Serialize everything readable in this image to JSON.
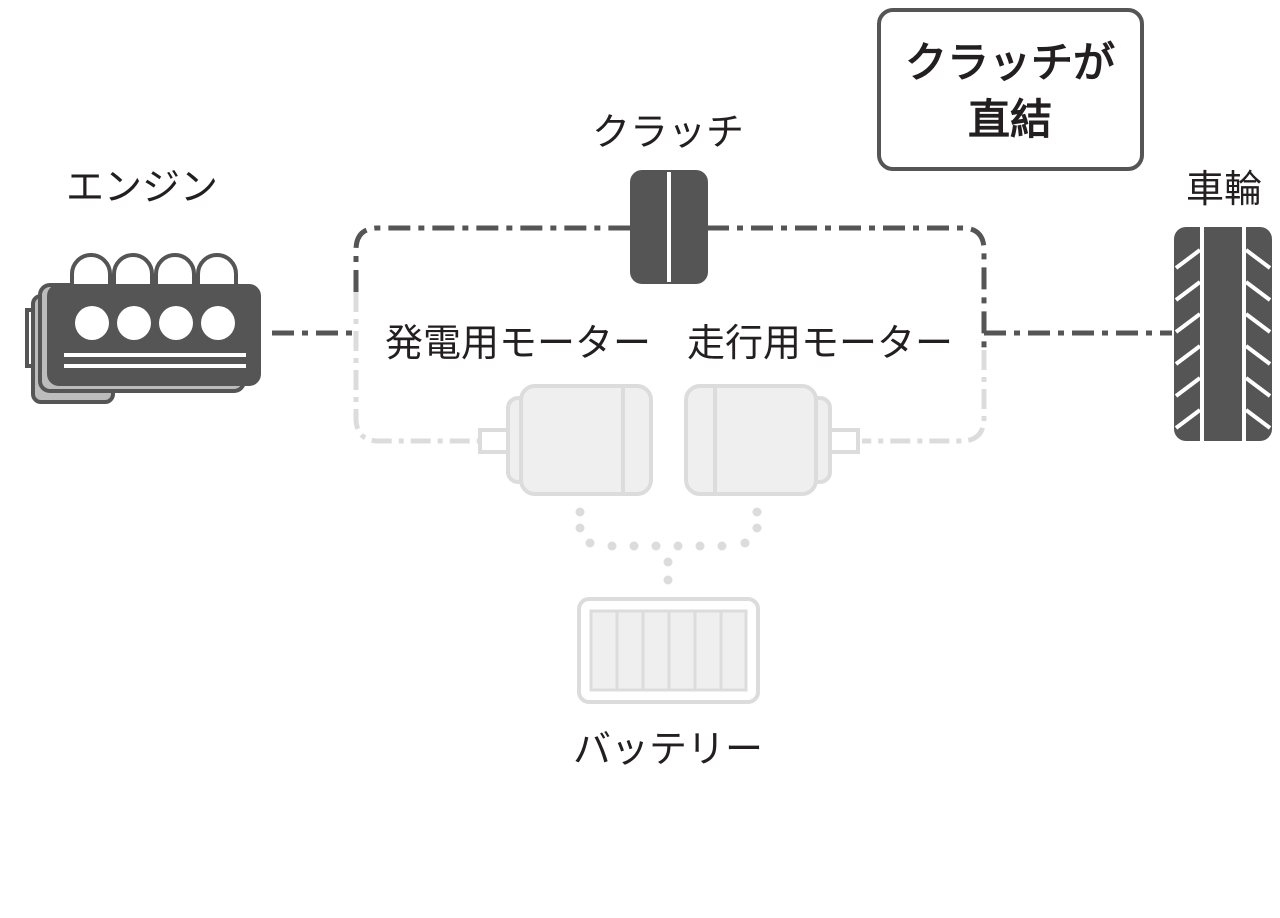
{
  "labels": {
    "engine": "エンジン",
    "clutch": "クラッチ",
    "wheel": "車輪",
    "generator_motor": "発電用モーター",
    "drive_motor": "走行用モーター",
    "battery": "バッテリー"
  },
  "callout": {
    "line1": "クラッチが",
    "line2": "直結"
  },
  "colors": {
    "active": "#555555",
    "inactive": "#dcdcdc",
    "inactive_fill": "#efefef",
    "text": "#231f20"
  }
}
